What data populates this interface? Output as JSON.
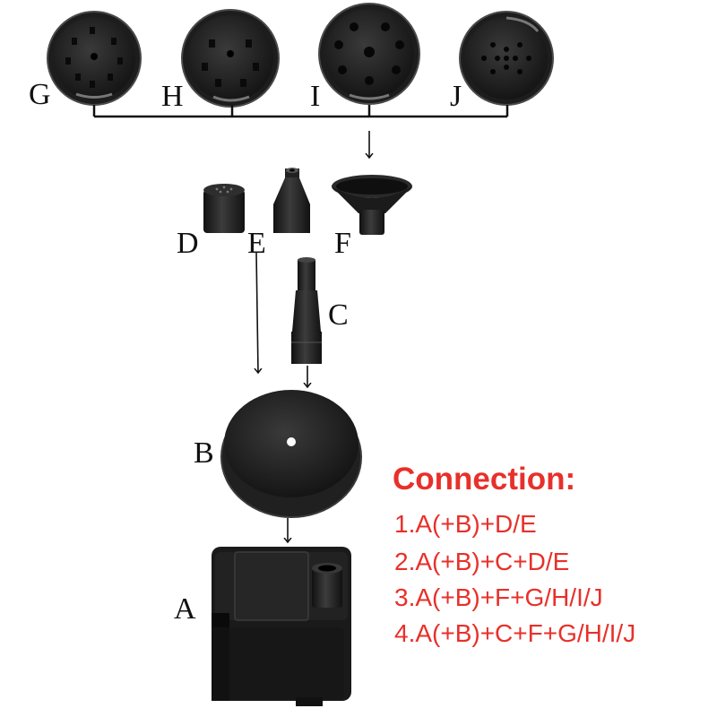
{
  "labels": {
    "a": "A",
    "b": "B",
    "c": "C",
    "d": "D",
    "e": "E",
    "f": "F",
    "g": "G",
    "h": "H",
    "i": "I",
    "j": "J"
  },
  "connection": {
    "title": "Connection:",
    "steps": [
      "1.A(+B)+D/E",
      "2.A(+B)+C+D/E",
      "3.A(+B)+F+G/H/I/J",
      "4.A(+B)+C+F+G/H/I/J"
    ]
  },
  "colors": {
    "text_accent": "#e8302a",
    "part_dark": "#1b1b1b",
    "part_mid": "#2a2a2a",
    "part_edge": "#555555",
    "line": "#111111"
  }
}
